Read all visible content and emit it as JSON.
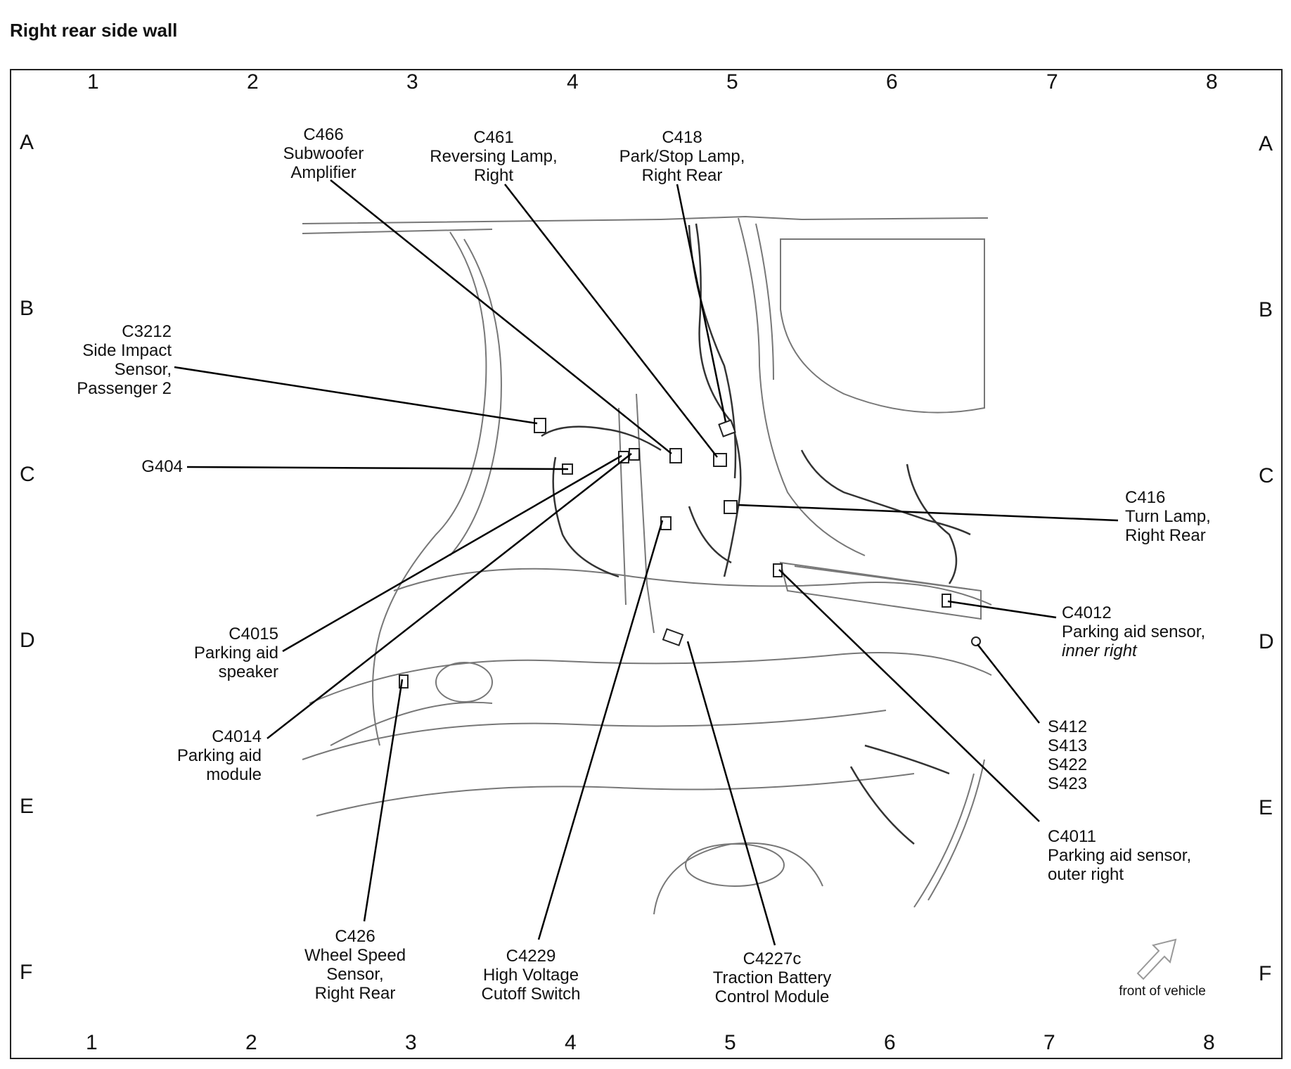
{
  "title": "Right rear side wall",
  "grid": {
    "columns": [
      "1",
      "2",
      "3",
      "4",
      "5",
      "6",
      "7",
      "8"
    ],
    "rows": [
      "A",
      "B",
      "C",
      "D",
      "E",
      "F"
    ]
  },
  "labels": {
    "c466": {
      "code": "C466",
      "line1": "Subwoofer",
      "line2": "Amplifier"
    },
    "c461": {
      "code": "C461",
      "line1": "Reversing Lamp,",
      "line2": "Right"
    },
    "c418": {
      "code": "C418",
      "line1": "Park/Stop Lamp,",
      "line2": "Right Rear"
    },
    "c3212": {
      "code": "C3212",
      "line1": "Side Impact",
      "line2": "Sensor,",
      "line3": "Passenger 2"
    },
    "g404": {
      "code": "G404"
    },
    "c416": {
      "code": "C416",
      "line1": "Turn Lamp,",
      "line2": "Right Rear"
    },
    "c4012": {
      "code": "C4012",
      "line1": "Parking aid sensor,",
      "line2": "inner right"
    },
    "c4015": {
      "code": "C4015",
      "line1": "Parking aid",
      "line2": "speaker"
    },
    "c4014": {
      "code": "C4014",
      "line1": "Parking aid",
      "line2": "module"
    },
    "splices": {
      "s1": "S412",
      "s2": "S413",
      "s3": "S422",
      "s4": "S423"
    },
    "c4011": {
      "code": "C4011",
      "line1": "Parking aid sensor,",
      "line2": "outer right"
    },
    "c426": {
      "code": "C426",
      "line1": "Wheel Speed",
      "line2": "Sensor,",
      "line3": "Right Rear"
    },
    "c4229": {
      "code": "C4229",
      "line1": "High Voltage",
      "line2": "Cutoff Switch"
    },
    "c4227c": {
      "code": "C4227c",
      "line1": "Traction Battery",
      "line2": "Control Module"
    }
  },
  "front_of_vehicle": "front of vehicle"
}
